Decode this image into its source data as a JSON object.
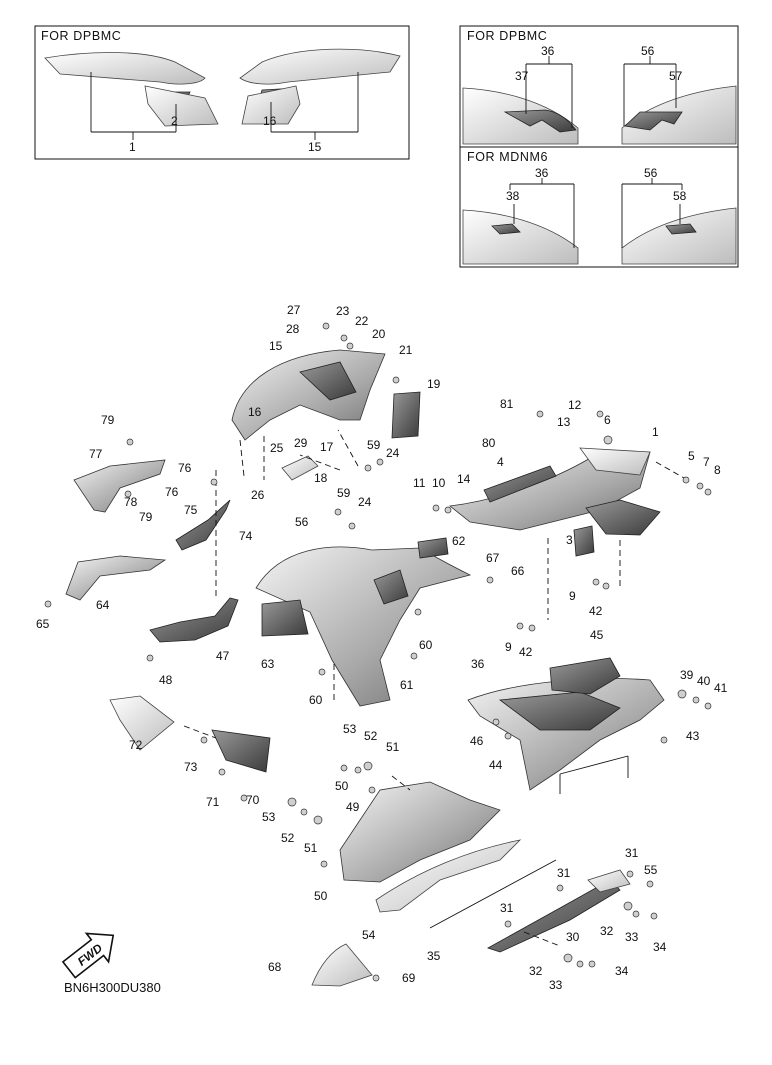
{
  "insets": {
    "top_left": {
      "title": "FOR  DPBMC",
      "labels": [
        "2",
        "1",
        "16",
        "15"
      ]
    },
    "top_right_1": {
      "title": "FOR  DPBMC",
      "labels": [
        "36",
        "37",
        "56",
        "57"
      ]
    },
    "top_right_2": {
      "title": "FOR  MDNM6",
      "labels": [
        "36",
        "38",
        "56",
        "58"
      ]
    }
  },
  "callouts": [
    "1",
    "3",
    "4",
    "5",
    "6",
    "7",
    "8",
    "9",
    "9",
    "10",
    "11",
    "12",
    "13",
    "14",
    "15",
    "16",
    "17",
    "18",
    "19",
    "20",
    "21",
    "22",
    "23",
    "24",
    "24",
    "25",
    "26",
    "27",
    "28",
    "29",
    "30",
    "31",
    "31",
    "31",
    "32",
    "32",
    "33",
    "33",
    "34",
    "34",
    "35",
    "36",
    "39",
    "40",
    "41",
    "42",
    "42",
    "43",
    "44",
    "45",
    "46",
    "47",
    "48",
    "49",
    "50",
    "50",
    "51",
    "51",
    "52",
    "52",
    "53",
    "53",
    "54",
    "55",
    "56",
    "59",
    "59",
    "60",
    "60",
    "61",
    "62",
    "63",
    "64",
    "65",
    "66",
    "67",
    "68",
    "69",
    "70",
    "71",
    "72",
    "73",
    "74",
    "75",
    "76",
    "76",
    "77",
    "78",
    "79",
    "79",
    "80",
    "81"
  ],
  "diagram_code": "BN6H300DU380",
  "fwd_arrow": {
    "text": "FWD"
  }
}
